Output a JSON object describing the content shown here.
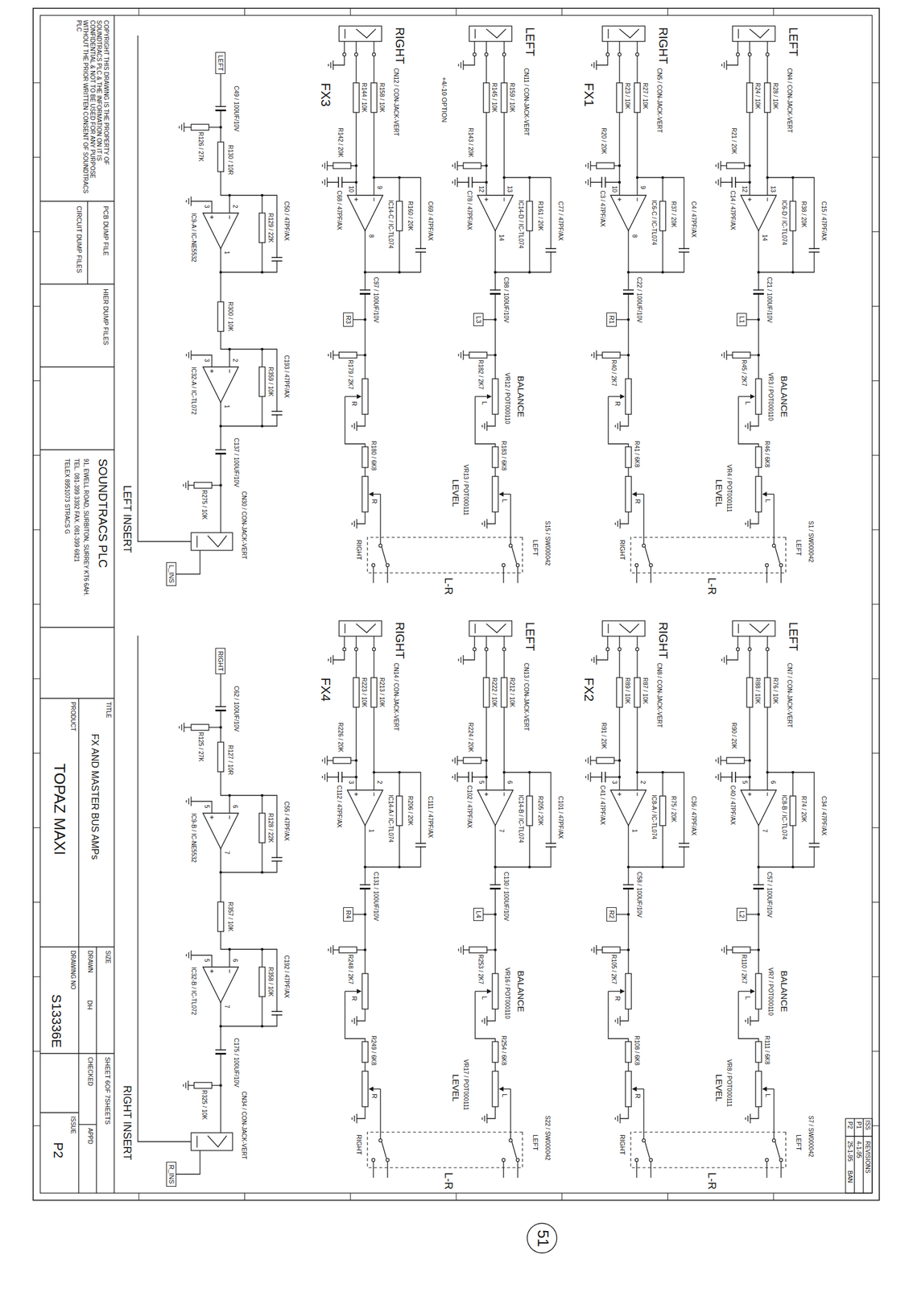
{
  "diagram": {
    "title": "FX AND MASTER BUS AMPs",
    "nodes": [
      {
        "text": [
          "L1"
        ]
      },
      {
        "text": [
          "R1"
        ]
      },
      {
        "text": [
          "L2"
        ]
      },
      {
        "text": [
          "R2"
        ]
      },
      {
        "text": [
          "L3"
        ]
      },
      {
        "text": [
          "R3"
        ]
      },
      {
        "text": [
          "L4"
        ]
      },
      {
        "text": [
          "R4"
        ]
      },
      {
        "text": [
          "LEFT"
        ]
      },
      {
        "text": [
          "L_INS"
        ]
      },
      {
        "text": [
          "RIGHT"
        ]
      },
      {
        "text": [
          "R_INS"
        ]
      }
    ],
    "labels": [
      "FX1",
      "BALANCE",
      "VR3 / POT000110",
      "VR4 / POT000111",
      "LEVEL",
      "S1 / SW000042",
      "LEFT",
      "L-R",
      "RIGHT",
      "LEFT",
      "CN4 / CON-JACK-VERT",
      "R28 / 10K",
      "R24 / 10K",
      "C15 / 47PF/AX",
      "R38 / 20K",
      "IC6-D / IC-TL074",
      "13",
      "12",
      "14",
      "R21 / 20K",
      "C14 / 47PF/AX",
      "C21 / 100UF/10V",
      "R45 / 2K7",
      "R46 / 6K8",
      "L",
      "L",
      "RIGHT",
      "CN5 / CON-JACK-VERT",
      "R27 / 10K",
      "R23 / 10K",
      "C4 / 47PF/AX",
      "R37 / 20K",
      "IC6-C / IC-TL074",
      "9",
      "10",
      "8",
      "R20 / 20K",
      "C3 / 47PF/AX",
      "C22 / 100UF/10V",
      "R40 / 2K7",
      "R41 / 6K8",
      "R",
      "R",
      "FX2",
      "BALANCE",
      "VR7 / POT000110",
      "VR8 / POT000111",
      "LEVEL",
      "S7 / SW000042",
      "LEFT",
      "L-R",
      "RIGHT",
      "LEFT",
      "CN7 / CON-JACK-VERT",
      "R76 / 10K",
      "R88 / 10K",
      "C34 / 47PF/AX",
      "R74 / 20K",
      "IC8-B / IC-TL074",
      "6",
      "5",
      "7",
      "R90 / 20K",
      "C40 / 47PF/AX",
      "C57 / 100UF/10V",
      "R110 / 2K7",
      "R111 / 6K8",
      "L",
      "L",
      "RIGHT",
      "CN8 / CON-JACK-VERT",
      "R87 / 10K",
      "R89 / 10K",
      "C36 / 47PF/AX",
      "R75 / 20K",
      "IC8-A / IC-TL074",
      "2",
      "3",
      "1",
      "R91 / 20K",
      "C41 / 47PF/AX",
      "C58 / 100UF/10V",
      "R105 / 2K7",
      "R108 / 6K8",
      "R",
      "R",
      "FX3",
      "BALANCE",
      "VR12 / POT000110",
      "VR13 / POT000111",
      "LEVEL",
      "S15 / SW000042",
      "LEFT",
      "L-R",
      "RIGHT",
      "+4/-10 OPTION",
      "LEFT",
      "CN11 / CON-JACK-VERT",
      "R159 / 10K",
      "R145 / 10K",
      "C77 / 47PF/AX",
      "R161 / 20K",
      "IC14-D / IC-TL074",
      "13",
      "12",
      "14",
      "R143 / 20K",
      "C78 / 47PF/AX",
      "C98 / 100UF/10V",
      "R182 / 2K7",
      "R183 / 6K8",
      "L",
      "L",
      "RIGHT",
      "CN12 / CON-JACK-VERT",
      "R158 / 10K",
      "R144 / 10K",
      "C69 / 47PF/AX",
      "R160 / 20K",
      "IC14-C / IC-TL074",
      "9",
      "10",
      "8",
      "R142 / 20K",
      "C68 / 47PF/AX",
      "C97 / 100UF/10V",
      "R179 / 2K7",
      "R180 / 6K8",
      "R",
      "R",
      "FX4",
      "BALANCE",
      "VR16 / POT000110",
      "VR17 / POT000111",
      "LEVEL",
      "S22 / SW000042",
      "LEFT",
      "L-R",
      "RIGHT",
      "LEFT",
      "CN13 / CON-JACK-VERT",
      "R212 / 10K",
      "R222 / 10K",
      "C101 / 47PF/AX",
      "R205 / 20K",
      "IC14-B / IC-TL074",
      "6",
      "5",
      "7",
      "R224 / 20K",
      "C102 / 47PF/AX",
      "C130 / 100UF/10V",
      "R253 / 2K7",
      "R254 / 6K8",
      "L",
      "L",
      "RIGHT",
      "CN14 / CON-JACK-VERT",
      "R213 / 10K",
      "R223 / 10K",
      "C111 / 47PF/AX",
      "R206 / 20K",
      "IC14-A / IC-TL074",
      "2",
      "3",
      "1",
      "R226 / 20K",
      "C112 / 47PF/AX",
      "C131 / 100UF/10V",
      "R248 / 2K7",
      "R249 / 6K8",
      "R",
      "R",
      "C49 / 100UF/10V",
      "R126 / 27K",
      "R130 / 10R",
      "C50 / 47PF/AX",
      "R129 / 22K",
      "IC9-A / IC-NE5532",
      "2",
      "3",
      "1",
      "R300 / 10K",
      "C193 / 47PF/AX",
      "R359 / 10K",
      "IC32-A / IC-TL072",
      "2",
      "3",
      "1",
      "C137 / 100UF/10V",
      "R275 / 10K",
      "CN30 / CON-JACK-VERT",
      "LEFT INSERT",
      "C62 / 100UF/10V",
      "R125 / 27K",
      "R127 / 10R",
      "C55 / 47PF/AX",
      "R128 / 22K",
      "IC9-B / IC-NE5532",
      "6",
      "5",
      "7",
      "R357 / 10K",
      "C192 / 47PF/AX",
      "R358 / 10K",
      "IC32-B / IC-TL072",
      "6",
      "5",
      "7",
      "C175 / 100UF/10V",
      "R325 / 10K",
      "CN34 / CON-JACK-VERT",
      "RIGHT INSERT",
      "COPYRIGHT THIS DRAWING IS THE PROPERTY OF SOUNDTRACS PLC & THE INFORMATION ON IT IS CONFIDENTIAL & NOT TO BE USED FOR ANY PURPOSE WITHOUT THE PRIOR WRITTEN CONSENT OF SOUNDTRACS PLC",
      "PCB DUMP FILE",
      "CIRCUIT DUMP FILES",
      "HIER DUMP FILES",
      "SOUNDTRACS PLC",
      "91, EWELL ROAD, SURBITON, SURREY KT6 6AH.",
      "TEL. 081-399 3392 FAX. 081-399 6821",
      "TELEX 8951073 STRACS G",
      "TITLE",
      "PRODUCT",
      "TOPAZ MAXI",
      "SIZE",
      "DRAWN",
      "DH",
      "DRAWING NO",
      "S13336E",
      "SHEET 6OF 7SHEETS",
      "CHECKED",
      "APPD",
      "ISSUE",
      "P2",
      "ISS",
      "REVISIONS",
      "P1",
      "4-1-95",
      "P2",
      "25-1-95",
      "BAN",
      "51"
    ]
  }
}
